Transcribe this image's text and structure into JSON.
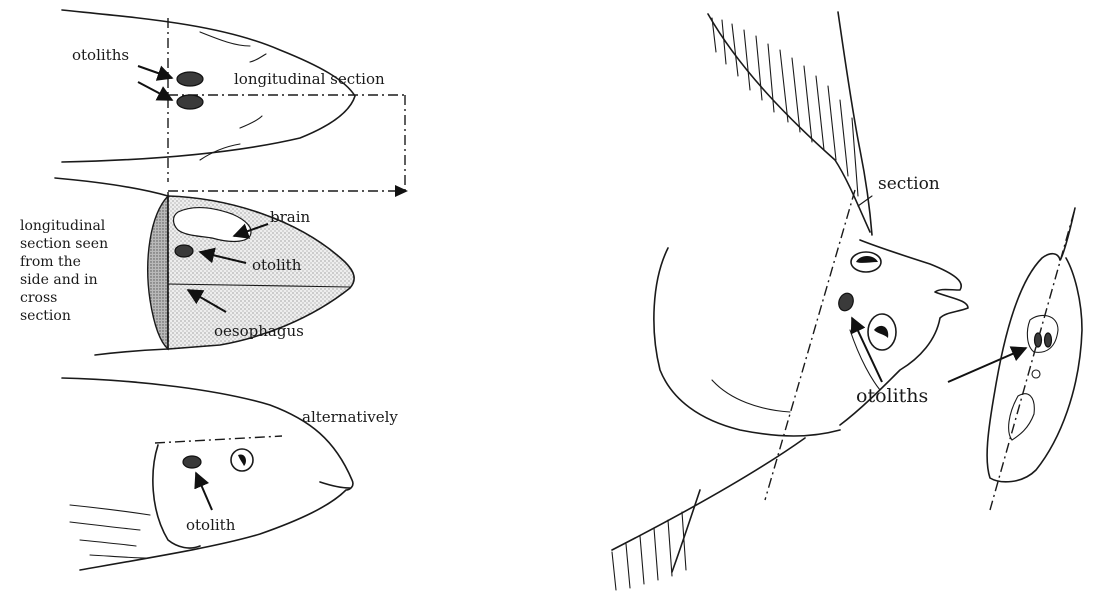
{
  "panel_left": {
    "top": {
      "label_otoliths": "otoliths",
      "label_section": "longitudinal section"
    },
    "middle": {
      "side_caption": [
        "longitudinal",
        "section seen",
        "from the",
        "side and in",
        "cross",
        "section"
      ],
      "label_brain": "brain",
      "label_otolith": "otolith",
      "label_oesophagus": "oesophagus"
    },
    "bottom": {
      "label_alternatively": "alternatively",
      "label_otolith": "otolith"
    }
  },
  "panel_right": {
    "label_section": "section",
    "label_otoliths": "otoliths"
  }
}
